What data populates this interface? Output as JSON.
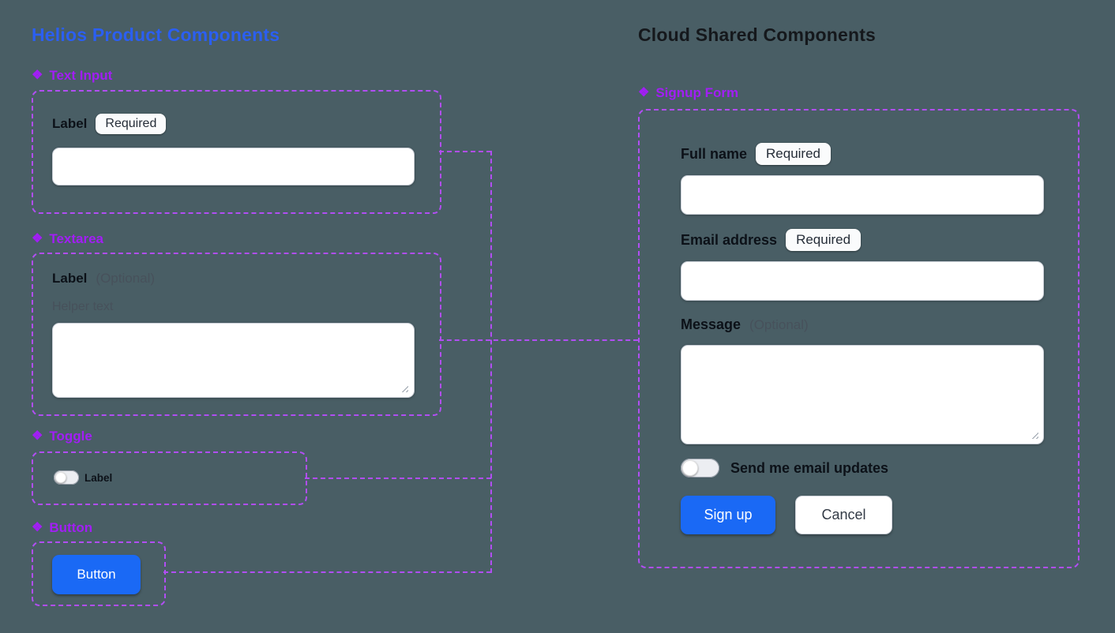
{
  "colors": {
    "canvas_bg": "#495e65",
    "accent_purple": "#b14ef3",
    "purple_label": "#a21ef5",
    "heading_blue": "#2b5ff2",
    "heading_dark": "#15181c",
    "primary_blue": "#1a69f5"
  },
  "icons": {
    "component": "❖"
  },
  "helios": {
    "title": "Helios Product Components",
    "text_input": {
      "section": "Text Input",
      "label": "Label",
      "badge": "Required",
      "value": ""
    },
    "textarea": {
      "section": "Textarea",
      "label": "Label",
      "optional": "(Optional)",
      "helper": "Helper text",
      "value": ""
    },
    "toggle": {
      "section": "Toggle",
      "label": "Label",
      "state": "off"
    },
    "button": {
      "section": "Button",
      "label": "Button"
    }
  },
  "cloud": {
    "title": "Cloud Shared Components",
    "signup": {
      "section": "Signup Form",
      "full_name_label": "Full name",
      "full_name_badge": "Required",
      "full_name_value": "",
      "email_label": "Email address",
      "email_badge": "Required",
      "email_value": "",
      "message_label": "Message",
      "message_optional": "(Optional)",
      "message_value": "",
      "toggle_label": "Send me email updates",
      "toggle_state": "off",
      "signup_button": "Sign up",
      "cancel_button": "Cancel"
    }
  }
}
